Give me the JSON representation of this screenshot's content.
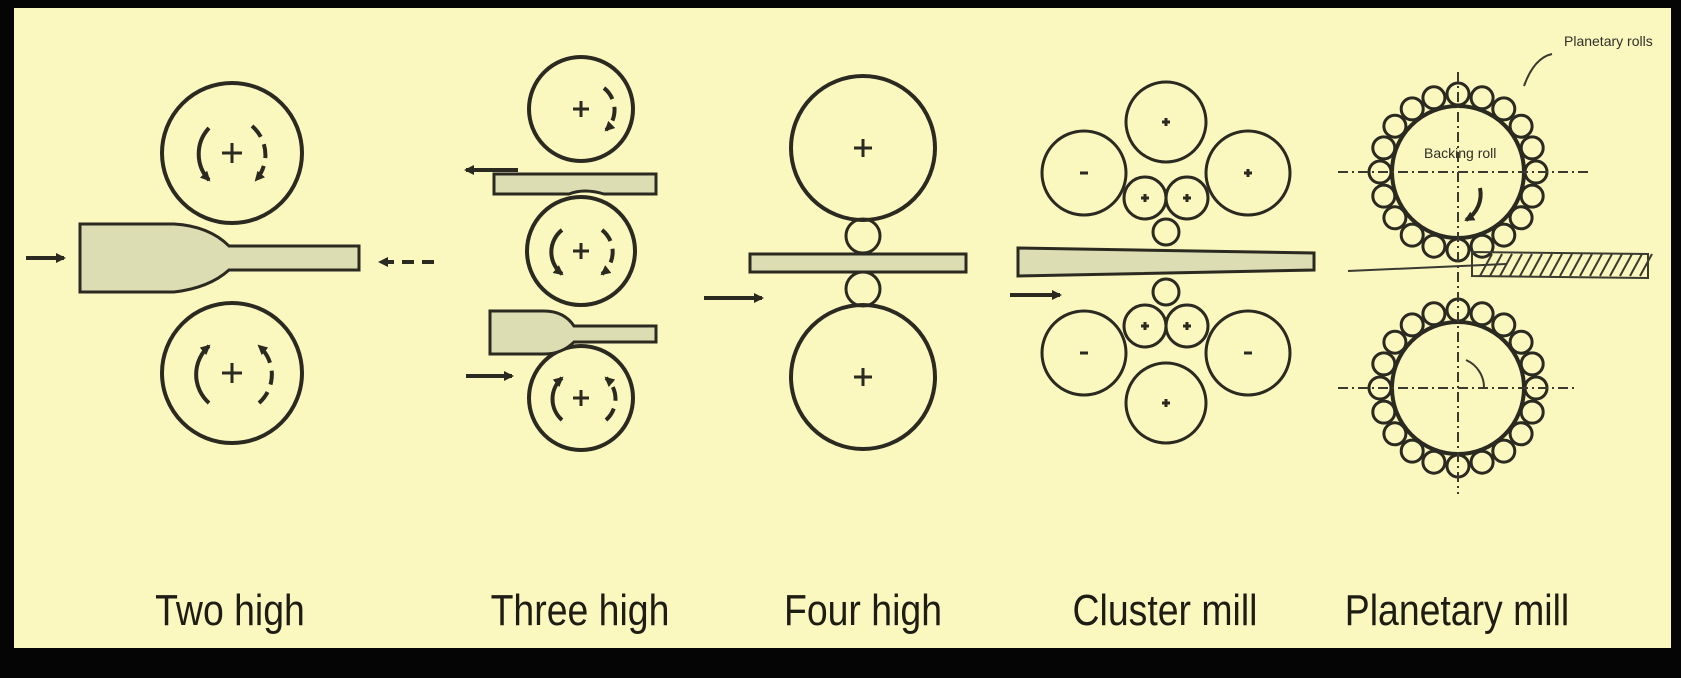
{
  "captions": {
    "two_high": "Two high",
    "three_high": "Three high",
    "four_high": "Four high",
    "cluster_mill": "Cluster mill",
    "planetary_mill": "Planetary mill"
  },
  "planetary_labels": {
    "planetary_rolls": "Planetary rolls",
    "backing_roll": "Backing roll"
  },
  "colors": {
    "background": "#faf7bf",
    "ink": "#2b2a20",
    "strip_fill": "#ddddb3",
    "frame": "#050505"
  }
}
